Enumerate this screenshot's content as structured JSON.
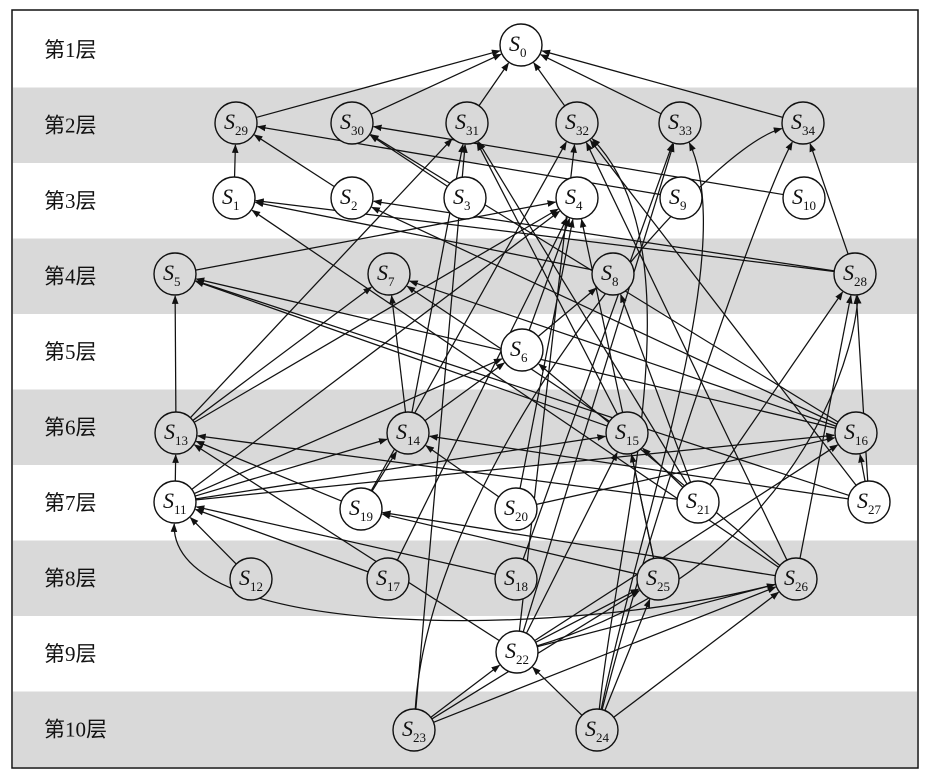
{
  "colors": {
    "band": "#d9d9d9",
    "white_node": "#ffffff",
    "grey_node": "#d9d9d9",
    "ink": "#111111"
  },
  "layers": [
    {
      "label": "第1层",
      "shaded": false
    },
    {
      "label": "第2层",
      "shaded": true
    },
    {
      "label": "第3层",
      "shaded": false
    },
    {
      "label": "第4层",
      "shaded": true
    },
    {
      "label": "第5层",
      "shaded": false
    },
    {
      "label": "第6层",
      "shaded": true
    },
    {
      "label": "第7层",
      "shaded": false
    },
    {
      "label": "第8层",
      "shaded": true
    },
    {
      "label": "第9层",
      "shaded": false
    },
    {
      "label": "第10层",
      "shaded": true
    }
  ],
  "nodes": [
    {
      "id": "0",
      "letter": "S",
      "sub": "0",
      "layer": 1
    },
    {
      "id": "29",
      "letter": "S",
      "sub": "29",
      "layer": 2
    },
    {
      "id": "30",
      "letter": "S",
      "sub": "30",
      "layer": 2
    },
    {
      "id": "31",
      "letter": "S",
      "sub": "31",
      "layer": 2
    },
    {
      "id": "32",
      "letter": "S",
      "sub": "32",
      "layer": 2
    },
    {
      "id": "33",
      "letter": "S",
      "sub": "33",
      "layer": 2
    },
    {
      "id": "34",
      "letter": "S",
      "sub": "34",
      "layer": 2
    },
    {
      "id": "1",
      "letter": "S",
      "sub": "1",
      "layer": 3
    },
    {
      "id": "2",
      "letter": "S",
      "sub": "2",
      "layer": 3
    },
    {
      "id": "3",
      "letter": "S",
      "sub": "3",
      "layer": 3
    },
    {
      "id": "4",
      "letter": "S",
      "sub": "4",
      "layer": 3
    },
    {
      "id": "9",
      "letter": "S",
      "sub": "9",
      "layer": 3
    },
    {
      "id": "10",
      "letter": "S",
      "sub": "10",
      "layer": 3
    },
    {
      "id": "5",
      "letter": "S",
      "sub": "5",
      "layer": 4
    },
    {
      "id": "7",
      "letter": "S",
      "sub": "7",
      "layer": 4
    },
    {
      "id": "8",
      "letter": "S",
      "sub": "8",
      "layer": 4
    },
    {
      "id": "28",
      "letter": "S",
      "sub": "28",
      "layer": 4
    },
    {
      "id": "6",
      "letter": "S",
      "sub": "6",
      "layer": 5
    },
    {
      "id": "13",
      "letter": "S",
      "sub": "13",
      "layer": 6
    },
    {
      "id": "14",
      "letter": "S",
      "sub": "14",
      "layer": 6
    },
    {
      "id": "15",
      "letter": "S",
      "sub": "15",
      "layer": 6
    },
    {
      "id": "16",
      "letter": "S",
      "sub": "16",
      "layer": 6
    },
    {
      "id": "11",
      "letter": "S",
      "sub": "11",
      "layer": 7
    },
    {
      "id": "19",
      "letter": "S",
      "sub": "19",
      "layer": 7
    },
    {
      "id": "20",
      "letter": "S",
      "sub": "20",
      "layer": 7
    },
    {
      "id": "21",
      "letter": "S",
      "sub": "21",
      "layer": 7
    },
    {
      "id": "27",
      "letter": "S",
      "sub": "27",
      "layer": 7
    },
    {
      "id": "12",
      "letter": "S",
      "sub": "12",
      "layer": 8
    },
    {
      "id": "17",
      "letter": "S",
      "sub": "17",
      "layer": 8
    },
    {
      "id": "18",
      "letter": "S",
      "sub": "18",
      "layer": 8
    },
    {
      "id": "25",
      "letter": "S",
      "sub": "25",
      "layer": 8
    },
    {
      "id": "26",
      "letter": "S",
      "sub": "26",
      "layer": 8
    },
    {
      "id": "22",
      "letter": "S",
      "sub": "22",
      "layer": 9
    },
    {
      "id": "23",
      "letter": "S",
      "sub": "23",
      "layer": 10
    },
    {
      "id": "24",
      "letter": "S",
      "sub": "24",
      "layer": 10
    }
  ],
  "edges": [
    [
      "29",
      "0"
    ],
    [
      "30",
      "0"
    ],
    [
      "31",
      "0"
    ],
    [
      "32",
      "0"
    ],
    [
      "33",
      "0"
    ],
    [
      "34",
      "0"
    ],
    [
      "1",
      "29"
    ],
    [
      "2",
      "29"
    ],
    [
      "9",
      "29"
    ],
    [
      "10",
      "30"
    ],
    [
      "3",
      "30"
    ],
    [
      "28",
      "34"
    ],
    [
      "28",
      "2"
    ],
    [
      "28",
      "1"
    ],
    [
      "5",
      "4"
    ],
    [
      "6",
      "4"
    ],
    [
      "6",
      "8"
    ],
    [
      "8",
      "1"
    ],
    [
      "13",
      "31"
    ],
    [
      "13",
      "4"
    ],
    [
      "13",
      "7"
    ],
    [
      "13",
      "5"
    ],
    [
      "14",
      "6"
    ],
    [
      "14",
      "31"
    ],
    [
      "14",
      "7"
    ],
    [
      "15",
      "5"
    ],
    [
      "15",
      "31"
    ],
    [
      "15",
      "7"
    ],
    [
      "16",
      "5"
    ],
    [
      "16",
      "7"
    ],
    [
      "16",
      "2"
    ],
    [
      "16",
      "30"
    ],
    [
      "11",
      "13"
    ],
    [
      "11",
      "4"
    ],
    [
      "11",
      "14"
    ],
    [
      "11",
      "15"
    ],
    [
      "11",
      "16"
    ],
    [
      "11",
      "6"
    ],
    [
      "19",
      "32"
    ],
    [
      "19",
      "13"
    ],
    [
      "19",
      "14"
    ],
    [
      "20",
      "4"
    ],
    [
      "20",
      "14"
    ],
    [
      "20",
      "16"
    ],
    [
      "21",
      "31"
    ],
    [
      "21",
      "8"
    ],
    [
      "21",
      "13"
    ],
    [
      "21",
      "15"
    ],
    [
      "21",
      "28"
    ],
    [
      "27",
      "32"
    ],
    [
      "27",
      "5"
    ],
    [
      "27",
      "16"
    ],
    [
      "27",
      "28"
    ],
    [
      "27",
      "14"
    ],
    [
      "12",
      "11"
    ],
    [
      "17",
      "11"
    ],
    [
      "18",
      "11"
    ],
    [
      "17",
      "4"
    ],
    [
      "18",
      "33"
    ],
    [
      "25",
      "4"
    ],
    [
      "25",
      "19"
    ],
    [
      "25",
      "15"
    ],
    [
      "26",
      "11"
    ],
    [
      "26",
      "1"
    ],
    [
      "26",
      "19"
    ],
    [
      "26",
      "32"
    ],
    [
      "26",
      "6"
    ],
    [
      "26",
      "28"
    ],
    [
      "22",
      "13"
    ],
    [
      "22",
      "33"
    ],
    [
      "22",
      "15"
    ],
    [
      "22",
      "25"
    ],
    [
      "22",
      "26"
    ],
    [
      "22",
      "28"
    ],
    [
      "22",
      "16"
    ],
    [
      "22",
      "32"
    ],
    [
      "23",
      "22"
    ],
    [
      "23",
      "25"
    ],
    [
      "23",
      "26"
    ],
    [
      "23",
      "31"
    ],
    [
      "23",
      "34"
    ],
    [
      "24",
      "22"
    ],
    [
      "24",
      "26"
    ],
    [
      "24",
      "33"
    ],
    [
      "24",
      "34"
    ],
    [
      "24",
      "32"
    ],
    [
      "24",
      "25"
    ]
  ]
}
